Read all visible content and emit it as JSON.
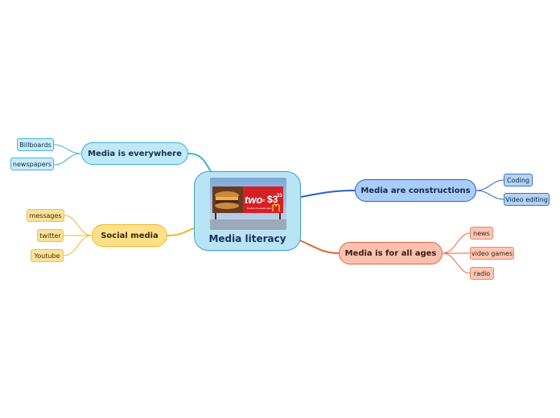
{
  "central": {
    "title": "Media literacy",
    "image": {
      "billboard_headline": "two",
      "billboard_for": "for",
      "billboard_price": "$3",
      "billboard_cents": "33",
      "billboard_tagline": "Double Cheeseburgers",
      "logo": "golden-arches-logo"
    }
  },
  "branches": [
    {
      "id": "everywhere",
      "label": "Media is everywhere",
      "color": "#3bb0dc",
      "children": [
        "Billboards",
        "newspapers"
      ]
    },
    {
      "id": "social",
      "label": "Social media",
      "color": "#f2b624",
      "children": [
        "messages",
        "twitter",
        "Youtube"
      ]
    },
    {
      "id": "constructions",
      "label": "Media are constructions",
      "color": "#2a63b7",
      "children": [
        "Coding",
        "Video editing"
      ]
    },
    {
      "id": "ages",
      "label": "Media is for all ages",
      "color": "#e4643f",
      "children": [
        "news",
        "video games",
        "radio"
      ]
    }
  ]
}
